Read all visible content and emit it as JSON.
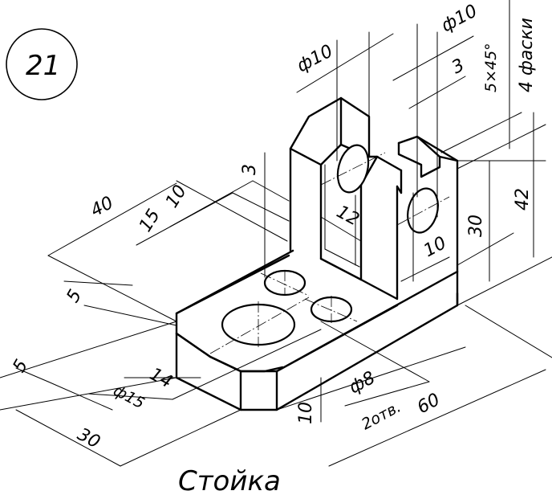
{
  "figure_number": "21",
  "title": "Стойка",
  "dimensions": {
    "d40": "40",
    "d15": "15",
    "d10_top": "10",
    "d5_left": "5",
    "d5_bottom": "5",
    "d30_bottom": "30",
    "d14": "14",
    "phi15": "ф15",
    "d3_left": "3",
    "phi10_left": "ф10",
    "phi10_right": "ф10",
    "d3_right": "3",
    "chamfer": "5×45°",
    "chamfer_count": "4 фаски",
    "d12": "12",
    "d10_slot": "10",
    "d30_right": "30",
    "d42": "42",
    "phi8": "ф8",
    "holes_count": "2отв.",
    "d60": "60",
    "d10_base": "10"
  }
}
